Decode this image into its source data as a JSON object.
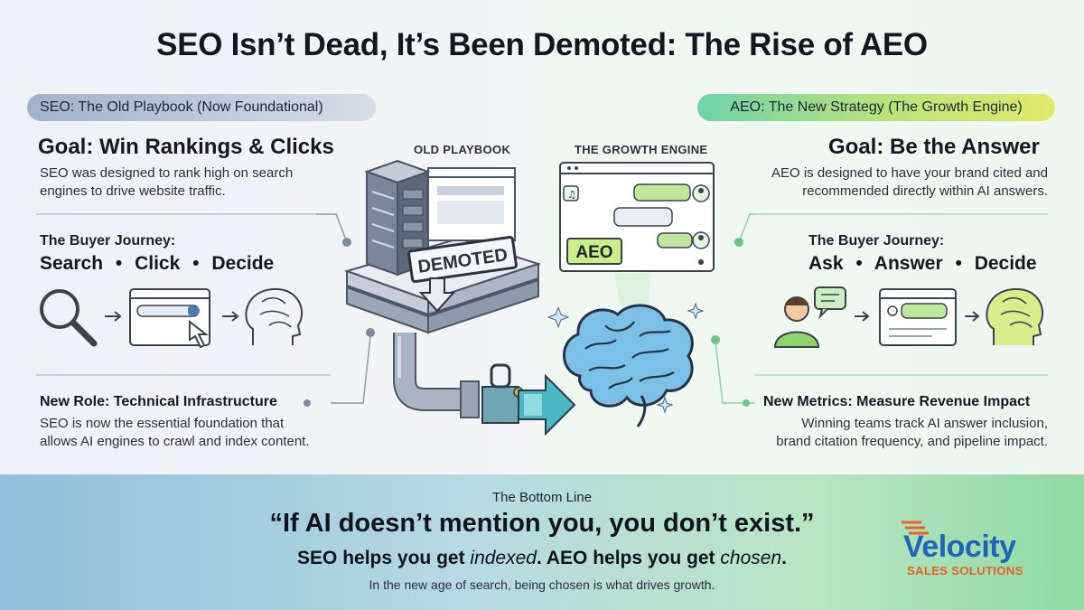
{
  "title": "SEO Isn’t Dead, It’s Been Demoted: The Rise of AEO",
  "seo": {
    "pill": "SEO: The Old Playbook (Now Foundational)",
    "goal": "Goal: Win Rankings & Clicks",
    "goal_desc": [
      "SEO was designed to rank high on search",
      "engines to drive website traffic."
    ],
    "journey_heading": "The Buyer Journey:",
    "journey_steps": [
      "Search",
      "Click",
      "Decide"
    ],
    "role_heading": "New Role: Technical Infrastructure",
    "role_desc": [
      "SEO is now the essential foundation that",
      "allows AI engines to crawl and index content."
    ]
  },
  "aeo": {
    "pill": "AEO: The New Strategy (The Growth Engine)",
    "goal": "Goal: Be the Answer",
    "goal_desc": [
      "AEO is designed to have your brand cited and",
      "recommended directly within AI answers."
    ],
    "journey_heading": "The Buyer Journey:",
    "journey_steps": [
      "Ask",
      "Answer",
      "Decide"
    ],
    "metrics_heading": "New Metrics: Measure Revenue Impact",
    "metrics_desc": [
      "Winning teams track AI answer inclusion,",
      "brand citation frequency, and pipeline impact."
    ]
  },
  "center": {
    "old_playbook_label": "OLD PLAYBOOK",
    "demoted_label": "DEMOTED",
    "growth_engine_label": "THE GROWTH ENGINE",
    "aeo_badge": "AEO"
  },
  "bottom": {
    "heading": "The Bottom Line",
    "quote": "“If AI doesn’t mention you, you don’t exist.”",
    "line_a": "SEO helps you get ",
    "line_b": "indexed",
    "line_c": ". AEO helps you get ",
    "line_d": "chosen",
    "line_e": ".",
    "small": "In the new age of search, being chosen is what drives growth."
  },
  "logo": {
    "main": "Velocity",
    "sub": "SALES SOLUTIONS"
  },
  "colors": {
    "seo_accent": "#9fb3c8",
    "aeo_accent": "#6ed3a8",
    "logo_blue": "#1f64b8",
    "logo_orange": "#e8622a"
  }
}
